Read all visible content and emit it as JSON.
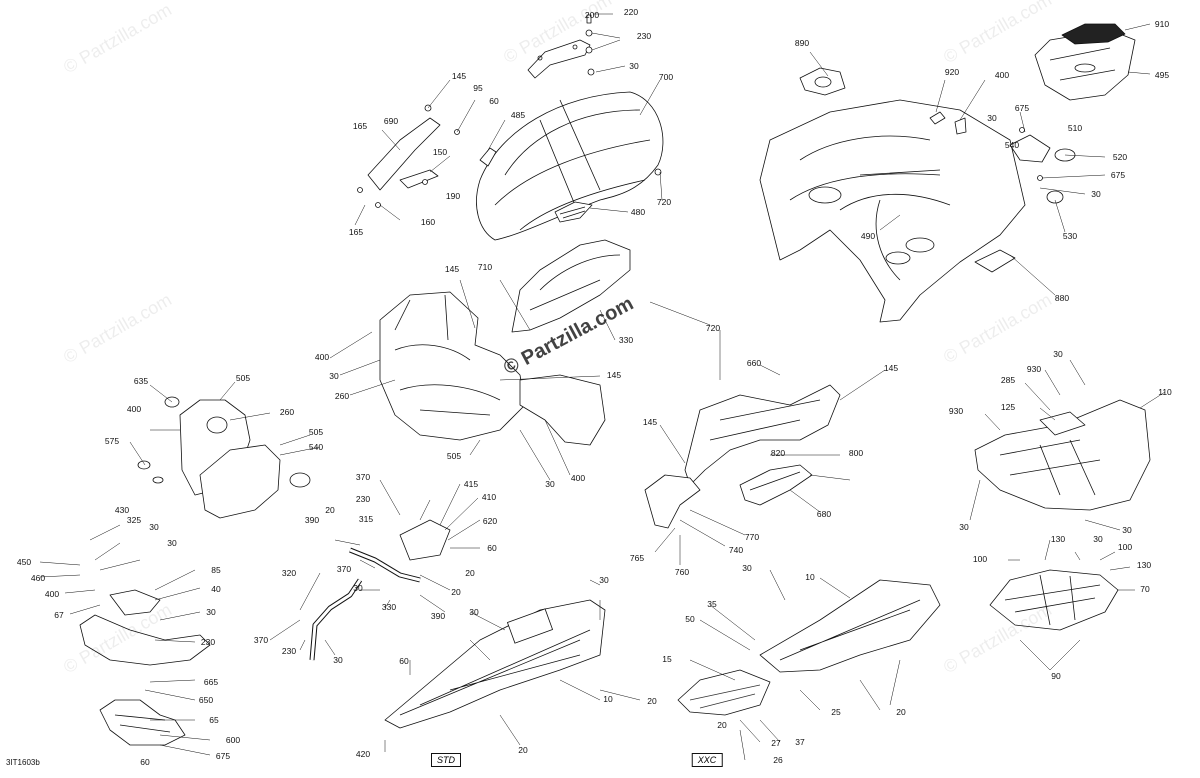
{
  "diagram": {
    "reference_code": "3IT1603b",
    "watermark_text": "© Partzilla.com",
    "variants": {
      "std": "STD",
      "xxc": "XXC"
    },
    "part_numbers": {
      "n200": "200",
      "n220": "220",
      "n230a": "230",
      "n30a": "30",
      "n700": "700",
      "n145a": "145",
      "n95": "95",
      "n60a": "60",
      "n485": "485",
      "n165a": "165",
      "n690": "690",
      "n150": "150",
      "n190": "190",
      "n720a": "720",
      "n480": "480",
      "n165b": "165",
      "n160": "160",
      "n890": "890",
      "n920": "920",
      "n400a": "400",
      "n675a": "675",
      "n30b": "30",
      "n510": "510",
      "n520": "520",
      "n540a": "540",
      "n675b": "675",
      "n30c": "30",
      "n530": "530",
      "n490": "490",
      "n880": "880",
      "n910": "910",
      "n495": "495",
      "n145b": "145",
      "n710": "710",
      "n330a": "330",
      "n720b": "720",
      "n400b": "400",
      "n30d": "30",
      "n260a": "260",
      "n145c": "145",
      "n145d": "145",
      "n505a": "505",
      "n30e": "30",
      "n400c": "400",
      "n635": "635",
      "n505b": "505",
      "n400d": "400",
      "n260b": "260",
      "n575": "575",
      "n505c": "505",
      "n540b": "540",
      "n660": "660",
      "n145e": "145",
      "n820": "820",
      "n800": "800",
      "n680": "680",
      "n770": "770",
      "n740": "740",
      "n765": "765",
      "n760": "760",
      "n30f": "30",
      "n930a": "930",
      "n285": "285",
      "n110": "110",
      "n930b": "930",
      "n125": "125",
      "n30g": "30",
      "n30h": "30",
      "n30i": "30",
      "n100a": "100",
      "n130a": "130",
      "n100b": "100",
      "n130b": "130",
      "n70": "70",
      "n90": "90",
      "n370a": "370",
      "n415": "415",
      "n230b": "230",
      "n410": "410",
      "n315": "315",
      "n620": "620",
      "n20a": "20",
      "n60b": "60",
      "n390a": "390",
      "n370b": "370",
      "n20b": "20",
      "n30j": "30",
      "n330b": "330",
      "n20c": "20",
      "n390b": "390",
      "n320": "320",
      "n370c": "370",
      "n230c": "230",
      "n30k": "30",
      "n430": "430",
      "n325": "325",
      "n30l": "30",
      "n30m": "30",
      "n450": "450",
      "n460": "460",
      "n400e": "400",
      "n67": "67",
      "n85": "85",
      "n40": "40",
      "n30n": "30",
      "n230d": "230",
      "n665": "665",
      "n650": "650",
      "n65": "65",
      "n600": "600",
      "n675c": "675",
      "n60c": "60",
      "n30o": "30",
      "n30p": "30",
      "n60d": "60",
      "n10a": "10",
      "n20d": "20",
      "n420": "420",
      "n20e": "20",
      "n30q": "30",
      "n10b": "10",
      "n35": "35",
      "n50": "50",
      "n15": "15",
      "n25": "25",
      "n20f": "20",
      "n20g": "20",
      "n27": "27",
      "n37": "37",
      "n26": "26"
    }
  },
  "colors": {
    "ink": "#111111",
    "fill": "#ffffff",
    "shade": "#d9d9d9",
    "dark": "#222222"
  }
}
